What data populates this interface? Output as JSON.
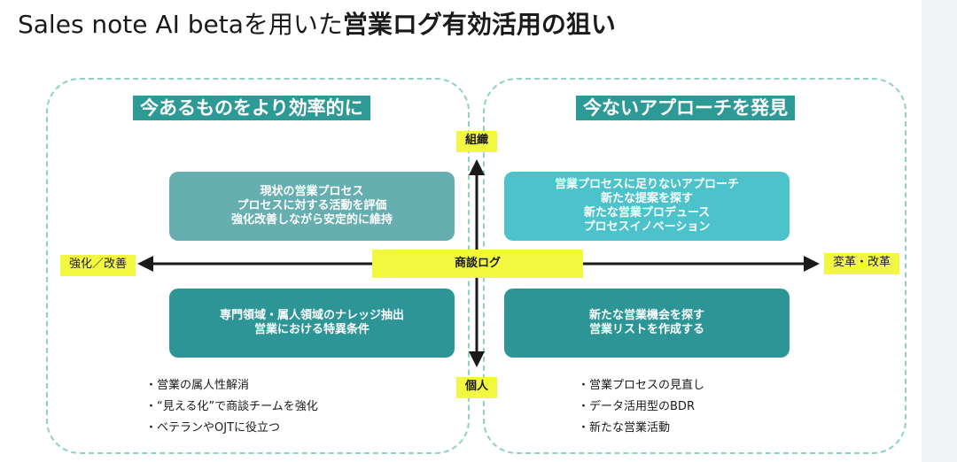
{
  "title": {
    "prefix": "Sales note AI betaを用いた",
    "emphasis": "営業ログ有効活用の狙い"
  },
  "left_panel": {
    "heading": "今あるものをより効率的に",
    "top_box": [
      "現状の営業プロセス",
      "プロセスに対する活動を評価",
      "強化改善しながら安定的に維持"
    ],
    "bottom_box": [
      "専門領域・属人領域のナレッジ抽出",
      "営業における特異条件"
    ],
    "bullets": [
      "営業の属人性解消",
      "“見える化”で商談チームを強化",
      "ベテランやOJTに役立つ"
    ]
  },
  "right_panel": {
    "heading": "今ないアプローチを発見",
    "top_box": [
      "営業プロセスに足りないアプローチ",
      "新たな提案を探す",
      "新たな営業プロデュース",
      "プロセスイノベーション"
    ],
    "bottom_box": [
      "新たな営業機会を探す",
      "営業リストを作成する"
    ],
    "bullets": [
      "営業プロセスの見直し",
      "データ活用型のBDR",
      "新たな営業活動"
    ]
  },
  "axes": {
    "top": "組織",
    "bottom": "個人",
    "left": "強化／改善",
    "right": "変革・改革",
    "center": "商談ログ"
  },
  "colors": {
    "heading_bg": "#2e9a96",
    "box_top_left": "#66aeb0",
    "box_top_right": "#4cc3cb",
    "box_bottom": "#2d9595",
    "highlight": "#f2f740",
    "panel_border": "#8fd1c7"
  }
}
